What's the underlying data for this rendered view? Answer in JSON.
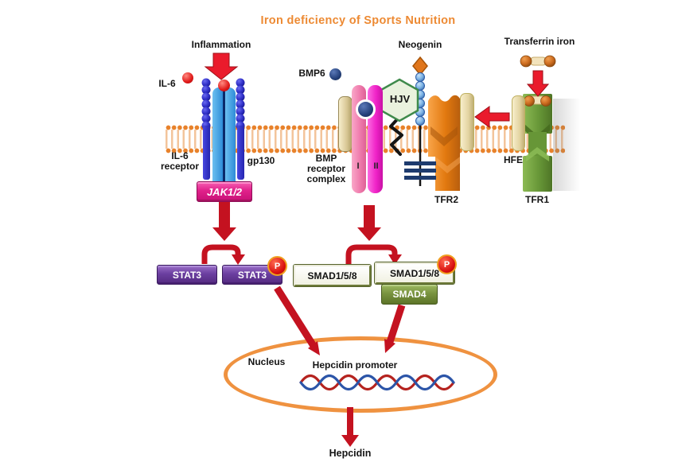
{
  "title": "Iron deficiency of Sports Nutrition",
  "left_pathway": {
    "inflammation": "Inflammation",
    "il6": "IL-6",
    "il6_receptor": "IL-6\nreceptor",
    "gp130": "gp130",
    "jak12": "JAK1/2",
    "stat3": "STAT3",
    "stat3_phospho": "STAT3",
    "phospho": "P"
  },
  "bmp_pathway": {
    "bmp6": "BMP6",
    "receptor_complex": "BMP\nreceptor\ncomplex",
    "type_i": "I",
    "type_ii": "II",
    "hjv": "HJV",
    "neogenin": "Neogenin",
    "smad158": "SMAD1/5/8",
    "smad158_phospho": "SMAD1/5/8",
    "smad4": "SMAD4",
    "phospho": "P"
  },
  "iron_sensing": {
    "transferrin_iron": "Transferrin iron",
    "tfr2": "TFR2",
    "hfe": "HFE",
    "tfr1": "TFR1"
  },
  "nucleus": {
    "label": "Nucleus",
    "promoter": "Hepcidin promoter",
    "output": "Hepcidin"
  },
  "colors": {
    "title_orange": "#ED8A33",
    "membrane_orange": "#E8822B",
    "bright_red": "#EA1B2C",
    "crimson": "#C41220",
    "jak_magenta": "#E0218A",
    "stat_purple": "#6B3FA0",
    "smad_olive": "#7A9440",
    "bmp6_navy": "#1F3864",
    "tfr2_orange": "#E2790F",
    "tfr1_green": "#679637",
    "nucleus_ring": "#EF9240"
  }
}
